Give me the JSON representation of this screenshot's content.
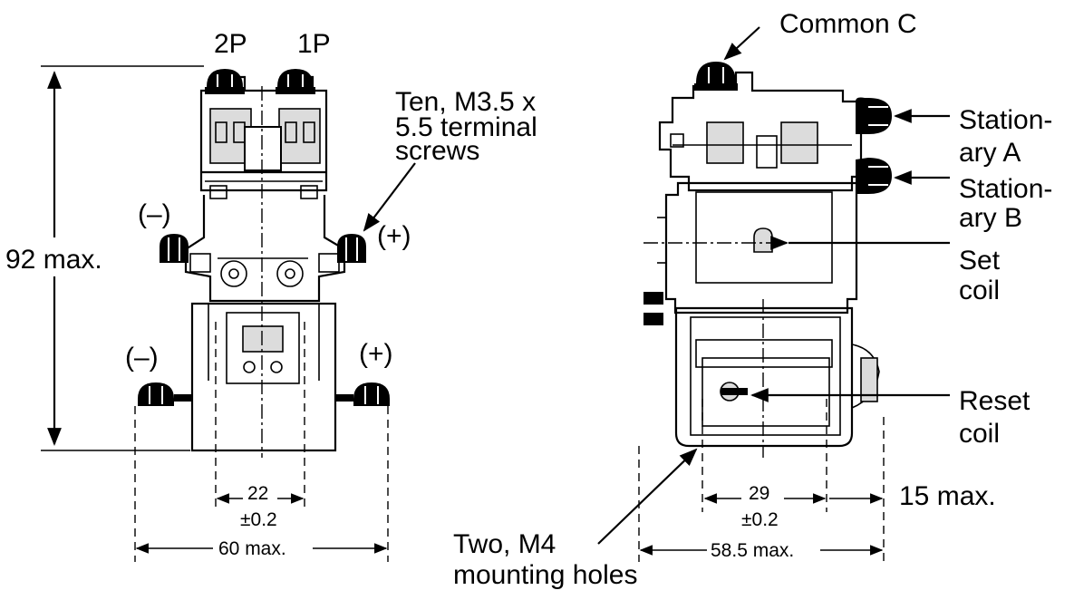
{
  "front_view": {
    "pole_2p": "2P",
    "pole_1p": "1P",
    "minus_upper": "(–)",
    "plus_upper": "(+)",
    "minus_lower": "(–)",
    "plus_lower": "(+)",
    "terminal_screws_line1": "Ten, M3.5 x",
    "terminal_screws_line2": "5.5 terminal",
    "terminal_screws_line3": "screws",
    "height_dim": "92 max.",
    "pitch_dim": "22",
    "pitch_tol": "±0.2",
    "width_dim": "60 max."
  },
  "side_view": {
    "common": "Common C",
    "stationary_a_1": "Station-",
    "stationary_a_2": "ary A",
    "stationary_b_1": "Station-",
    "stationary_b_2": "ary B",
    "set_coil_1": "Set",
    "set_coil_2": "coil",
    "reset_coil_1": "Reset",
    "reset_coil_2": "coil",
    "mounting_1": "Two, M4",
    "mounting_2": "mounting holes",
    "pitch_dim": "29",
    "pitch_tol": "±0.2",
    "depth_dim": "58.5 max.",
    "projection_dim": "15 max."
  }
}
